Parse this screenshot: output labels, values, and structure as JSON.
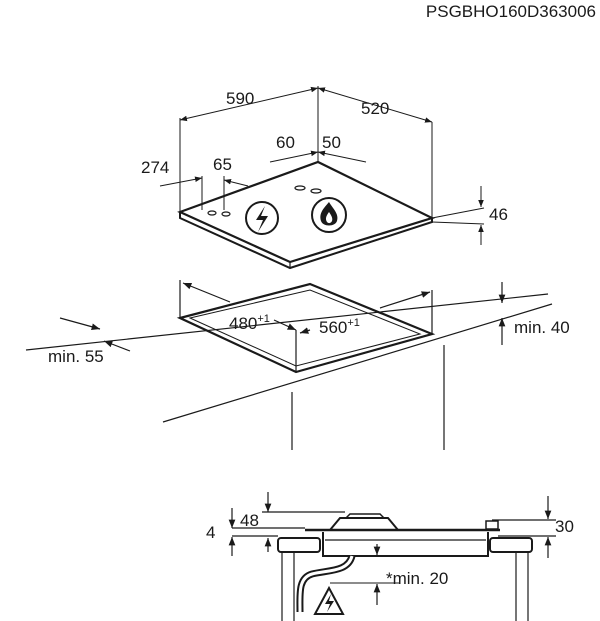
{
  "document_code": "PSGBHO160D363006",
  "top_view": {
    "width": "590",
    "depth": "520",
    "offset_left": "274",
    "offset_knob": "65",
    "gap_left": "60",
    "gap_right": "50",
    "height": "46"
  },
  "cutout": {
    "depth": "480",
    "depth_tol": "+1",
    "width": "560",
    "width_tol": "+1",
    "min_front": "min. 55",
    "min_depth": "min. 40"
  },
  "side_view": {
    "left_small": "4",
    "left_height": "48",
    "right_height": "30",
    "min_clearance": "*min. 20"
  },
  "icons": [
    "electric-warning-icon",
    "gas-flame-icon",
    "electric-warning-triangle-icon"
  ]
}
